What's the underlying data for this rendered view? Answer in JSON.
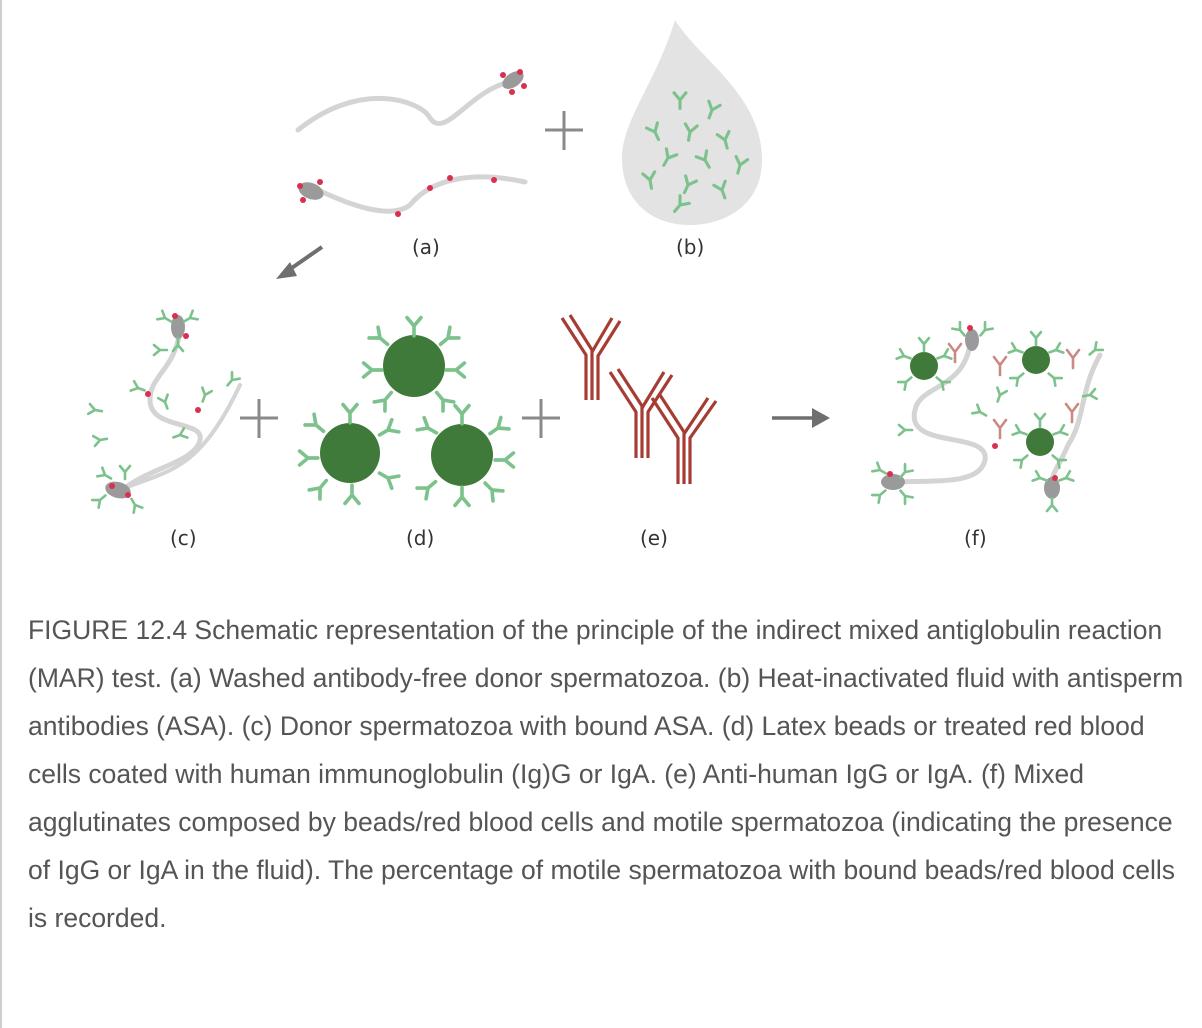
{
  "panels": {
    "a": "(a)",
    "b": "(b)",
    "c": "(c)",
    "d": "(d)",
    "e": "(e)",
    "f": "(f)"
  },
  "colors": {
    "antibody_green": "#7dc28c",
    "bead_green": "#3f7a3b",
    "anti_human_red": "#a63d35",
    "anti_human_pink": "#c98a82",
    "antigen_red": "#d9304f",
    "sperm_gray": "#9a9a9a",
    "drop_gray": "#e3e3e3",
    "operator_gray": "#8a8a8a"
  },
  "caption": "FIGURE 12.4 Schematic representation of the principle of the indirect mixed antiglobulin reaction (MAR) test. (a) Washed antibody-free donor spermatozoa. (b) Heat-inactivated fluid with antisperm antibodies (ASA). (c) Donor spermatozoa with bound ASA. (d) Latex beads or treated red blood cells coated with human immunoglobulin (Ig)G or IgA. (e) Anti-human IgG or IgA. (f) Mixed agglutinates composed by beads/red blood cells and motile spermatozoa (indicating the presence of IgG or IgA in the fluid). The percentage of motile spermatozoa with bound beads/red blood cells is recorded."
}
